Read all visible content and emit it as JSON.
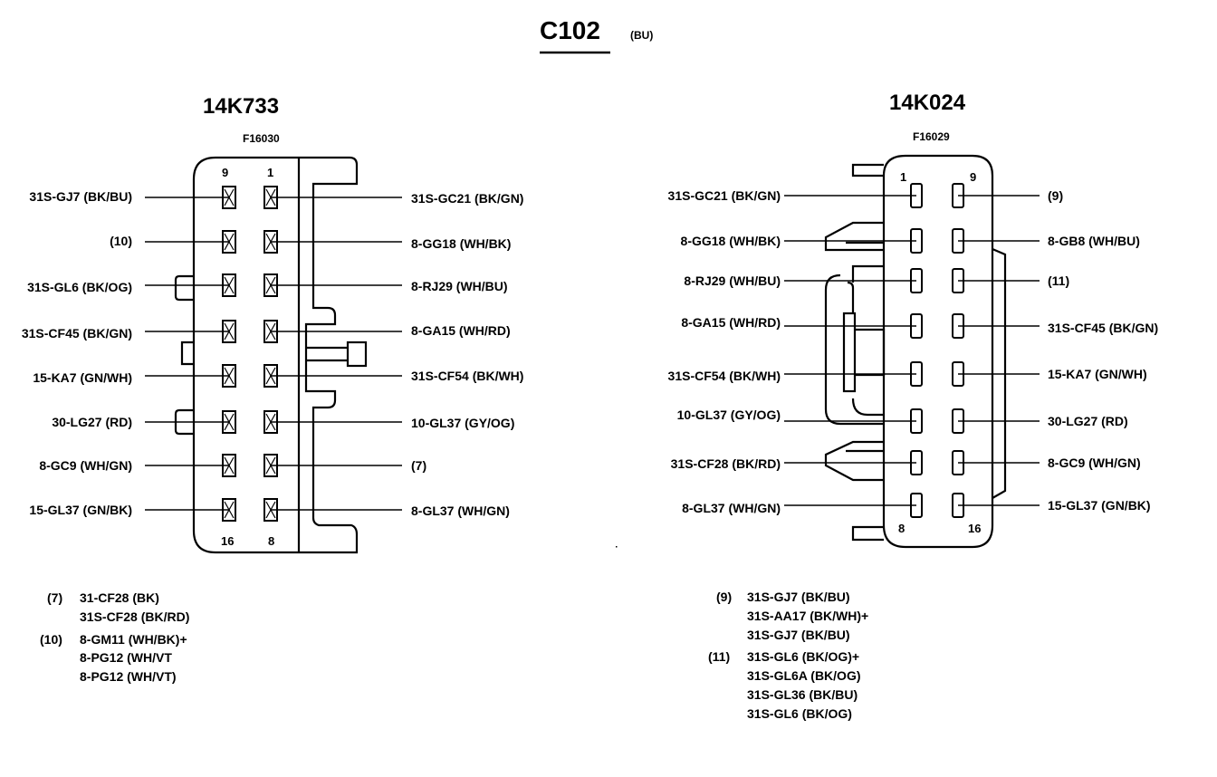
{
  "header": {
    "connector_id": "C102",
    "color_code": "(BU)"
  },
  "left_connector": {
    "part_number": "14K733",
    "sub_number": "F16030",
    "pin_top_left": "9",
    "pin_top_right": "1",
    "pin_bottom_left": "16",
    "pin_bottom_right": "8",
    "left_labels": [
      "31S-GJ7 (BK/BU)",
      "(10)",
      "31S-GL6 (BK/OG)",
      "31S-CF45 (BK/GN)",
      "15-KA7 (GN/WH)",
      "30-LG27 (RD)",
      "8-GC9 (WH/GN)",
      "15-GL37 (GN/BK)"
    ],
    "right_labels": [
      "31S-GC21 (BK/GN)",
      "8-GG18 (WH/BK)",
      "8-RJ29 (WH/BU)",
      "8-GA15 (WH/RD)",
      "31S-CF54 (BK/WH)",
      "10-GL37 (GY/OG)",
      "(7)",
      "8-GL37 (WH/GN)"
    ],
    "notes": [
      {
        "ref": "(7)",
        "lines": [
          "31-CF28 (BK)",
          "31S-CF28 (BK/RD)"
        ]
      },
      {
        "ref": "(10)",
        "lines": [
          "8-GM11 (WH/BK)+",
          "8-PG12 (WH/VT",
          "8-PG12 (WH/VT)"
        ]
      }
    ]
  },
  "right_connector": {
    "part_number": "14K024",
    "sub_number": "F16029",
    "pin_top_left": "1",
    "pin_top_right": "9",
    "pin_bottom_left": "8",
    "pin_bottom_right": "16",
    "left_labels": [
      "31S-GC21 (BK/GN)",
      "8-GG18 (WH/BK)",
      "8-RJ29 (WH/BU)",
      "8-GA15 (WH/RD)",
      "31S-CF54 (BK/WH)",
      "10-GL37 (GY/OG)",
      "31S-CF28 (BK/RD)",
      "8-GL37 (WH/GN)"
    ],
    "right_labels": [
      "(9)",
      "8-GB8 (WH/BU)",
      "(11)",
      "31S-CF45 (BK/GN)",
      "15-KA7 (GN/WH)",
      "30-LG27 (RD)",
      "8-GC9 (WH/GN)",
      "15-GL37 (GN/BK)"
    ],
    "notes": [
      {
        "ref": "(9)",
        "lines": [
          "31S-GJ7 (BK/BU)",
          "31S-AA17 (BK/WH)+",
          "31S-GJ7 (BK/BU)"
        ]
      },
      {
        "ref": "(11)",
        "lines": [
          "31S-GL6 (BK/OG)+",
          "31S-GL6A (BK/OG)",
          "31S-GL36 (BK/BU)",
          "31S-GL6 (BK/OG)"
        ]
      }
    ]
  }
}
